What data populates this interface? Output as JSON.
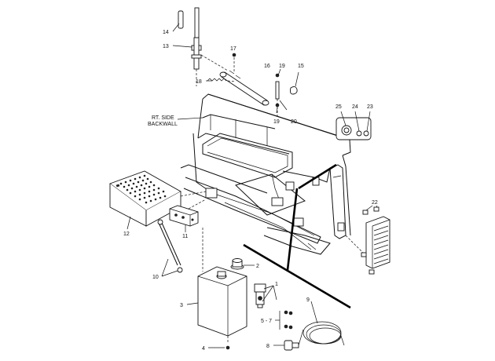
{
  "labels": {
    "p1": "1",
    "p2": "2",
    "p3": "3",
    "p4": "4",
    "p5_7": "5 - 7",
    "p8": "8",
    "p9": "9",
    "p10": "10",
    "p11": "11",
    "p12": "12",
    "p13": "13",
    "p14": "14",
    "p15": "15",
    "p16": "16",
    "p17": "17",
    "p18": "18",
    "p19a": "19",
    "p19b": "19",
    "p20": "20",
    "p22": "22",
    "p23": "23",
    "p24": "24",
    "p25": "25",
    "backwall_line1": "RT. SIDE",
    "backwall_line2": "BACKWALL"
  }
}
